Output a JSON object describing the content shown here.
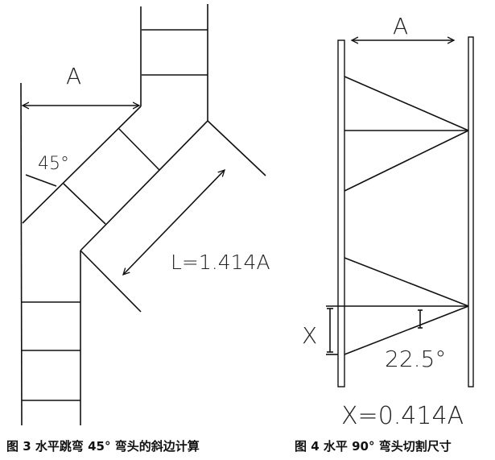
{
  "figure3": {
    "dimension_label": "A",
    "angle_label": "45°",
    "length_label": "L=1.414A",
    "caption": "图 3  水平跳弯 45° 弯头的斜边计算"
  },
  "figure4": {
    "dimension_label": "A",
    "x_label": "X",
    "angle_label": "22.5°",
    "formula_label": "X=0.414A",
    "caption": "图 4  水平 90° 弯头切割尺寸"
  }
}
